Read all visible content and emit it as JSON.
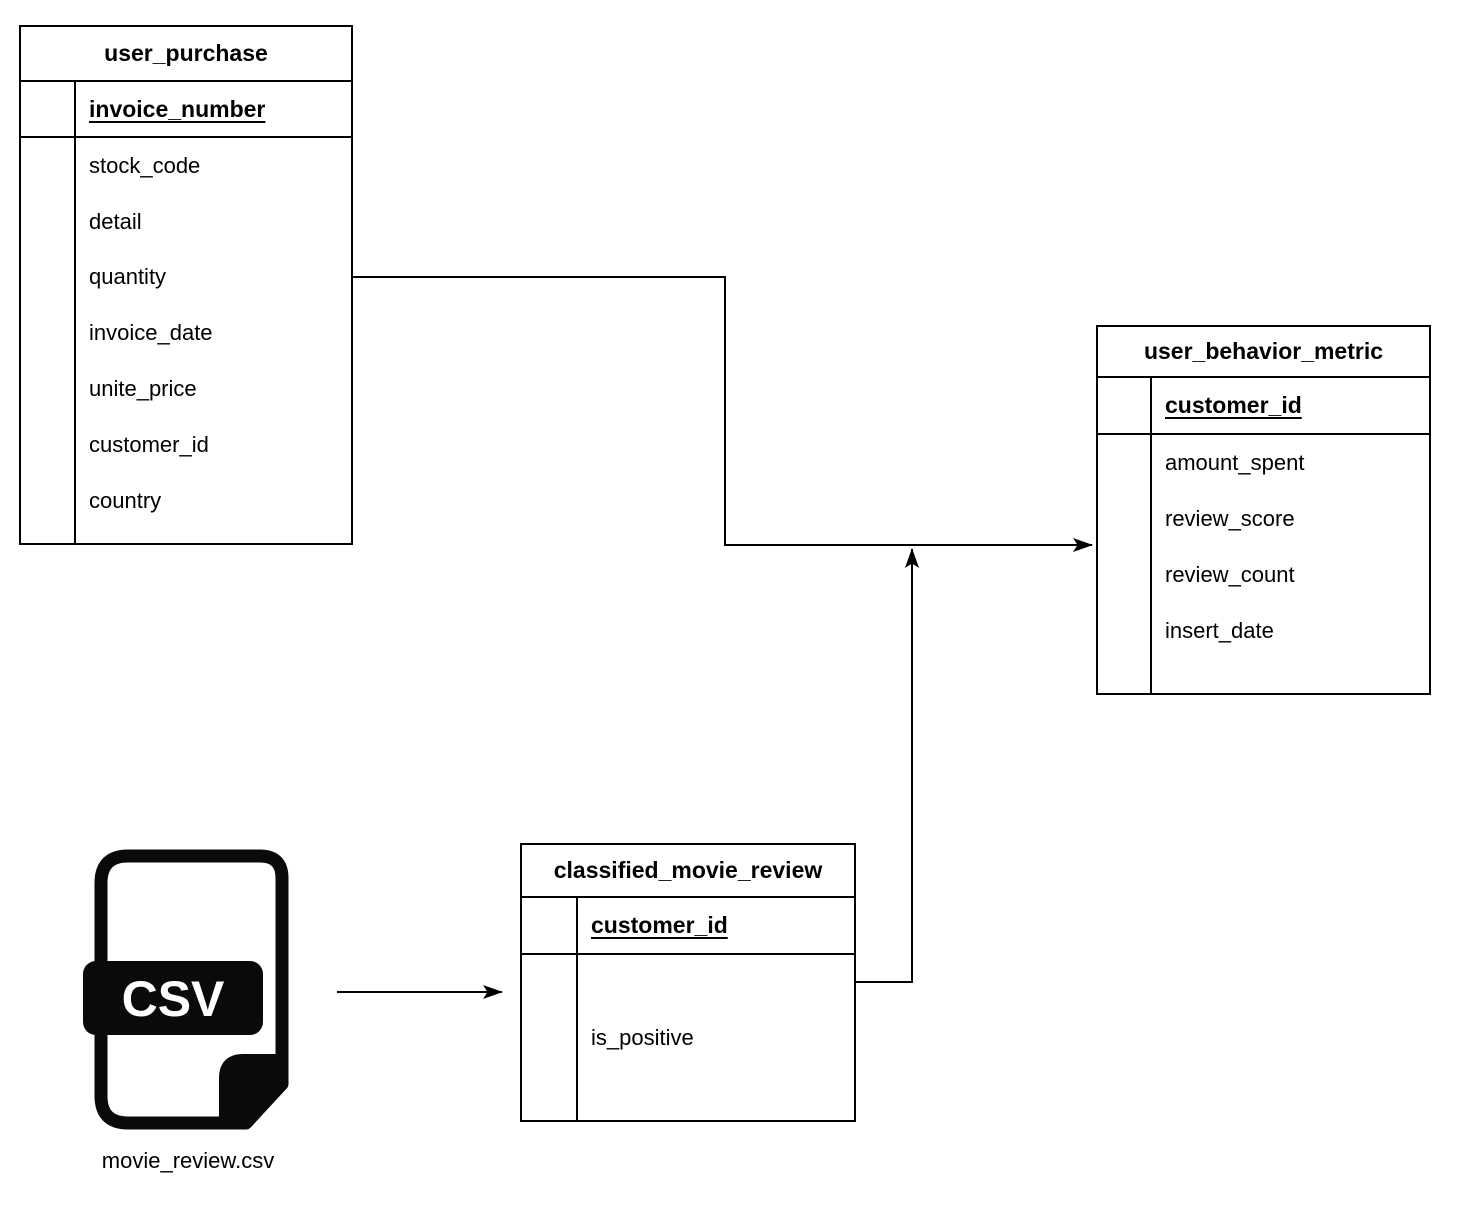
{
  "diagram": {
    "entities": {
      "user_purchase": {
        "title": "user_purchase",
        "primary_key": "invoice_number",
        "fields": [
          "stock_code",
          "detail",
          "quantity",
          "invoice_date",
          "unite_price",
          "customer_id",
          "country"
        ]
      },
      "user_behavior_metric": {
        "title": "user_behavior_metric",
        "primary_key": "customer_id",
        "fields": [
          "amount_spent",
          "review_score",
          "review_count",
          "insert_date"
        ]
      },
      "classified_movie_review": {
        "title": "classified_movie_review",
        "primary_key": "customer_id",
        "fields": [
          "is_positive"
        ]
      }
    },
    "file": {
      "icon_label": "CSV",
      "filename": "movie_review.csv"
    },
    "connections": [
      {
        "from": "user_purchase",
        "to": "user_behavior_metric",
        "style": "orthogonal-arrow"
      },
      {
        "from": "classified_movie_review",
        "to": "user_behavior_metric-connector",
        "style": "orthogonal-arrow"
      },
      {
        "from": "movie_review.csv",
        "to": "classified_movie_review",
        "style": "straight-arrow"
      }
    ],
    "colors": {
      "line": "#000000",
      "background": "#ffffff",
      "file_icon": "#0a0a0a",
      "file_icon_text": "#ffffff"
    }
  }
}
